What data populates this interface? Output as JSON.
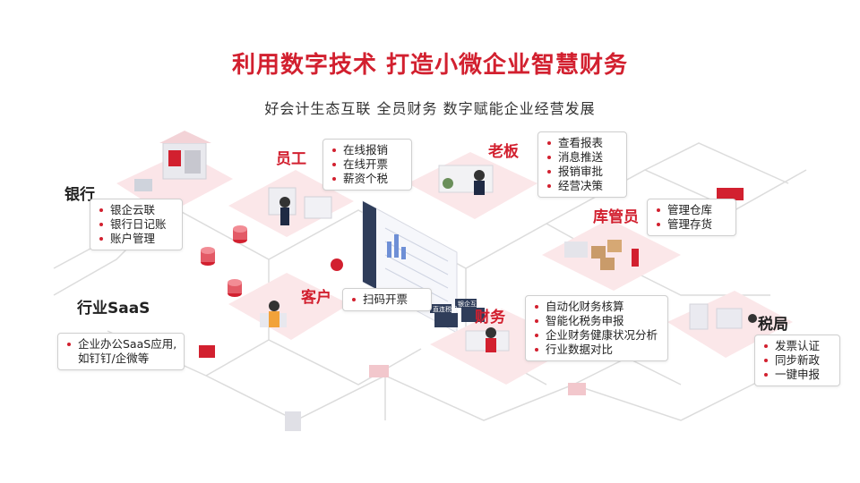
{
  "header": {
    "title": "利用数字技术 打造小微企业智慧财务",
    "subtitle": "好会计生态互联 全员财务 数字赋能企业经营发展"
  },
  "nodes": {
    "bank": {
      "label": "银行",
      "items": [
        "银企云联",
        "银行日记账",
        "账户管理"
      ]
    },
    "employee": {
      "label": "员工",
      "items": [
        "在线报销",
        "在线开票",
        "薪资个税"
      ]
    },
    "boss": {
      "label": "老板",
      "items": [
        "查看报表",
        "消息推送",
        "报销审批",
        "经营决策"
      ]
    },
    "warehouse": {
      "label": "库管员",
      "items": [
        "管理仓库",
        "管理存货"
      ]
    },
    "saas": {
      "label": "行业SaaS",
      "items": [
        "企业办公SaaS应用,",
        "如钉钉/企微等"
      ]
    },
    "customer": {
      "label": "客户",
      "items": [
        "扫码开票"
      ]
    },
    "finance": {
      "label": "财务",
      "items": [
        "自动化财务核算",
        "智能化税务申报",
        "企业财务健康状况分析",
        "行业数据对比"
      ]
    },
    "tax": {
      "label": "税局",
      "items": [
        "发票认证",
        "同步新政",
        "一键申报"
      ]
    }
  },
  "screen_labels": {
    "left": "直连税局",
    "right": "银企互联"
  },
  "colors": {
    "accent": "#d2202f",
    "panel": "#fbe7e9",
    "line": "#d9d9d9"
  }
}
